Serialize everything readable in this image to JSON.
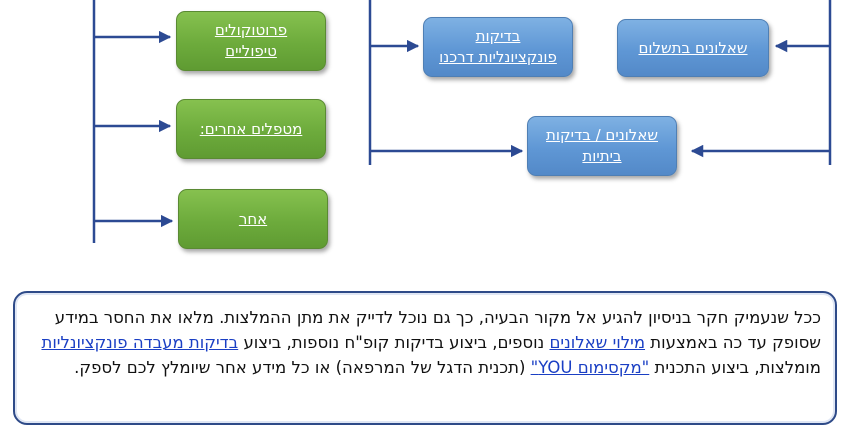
{
  "diagram": {
    "boxes": {
      "protocols": [
        "פרוטוקולים",
        "טיפוליים"
      ],
      "other_therapists": "מטפלים אחרים:",
      "other": "אחר",
      "functional_tests": [
        "בדיקות",
        "פונקציונליות דרכנו"
      ],
      "paid_questionnaires": "שאלונים בתשלום",
      "home_tests": [
        "שאלונים / בדיקות",
        "ביתיות"
      ]
    }
  },
  "info": {
    "p1": "ככל שנעמיק חקר בניסיון להגיע אל מקור הבעיה, כך גם נוכל לדייק את מתן ההמלצות. מלאו את החסר במידע שסופק עד כה באמצעות ",
    "link1": "מילוי שאלונים",
    "p2": " נוספים, ביצוע בדיקות קופ\"ח נוספות, ביצוע ",
    "link2": "בדיקות מעבדה פונקציונליות",
    "p3": " מומלצות, ביצוע התכנית ",
    "link3": "\"מקסימום YOU\"",
    "p4": "  (תכנית הדגל של המרפאה) או כל מידע אחר שיומלץ לכם לספק."
  }
}
